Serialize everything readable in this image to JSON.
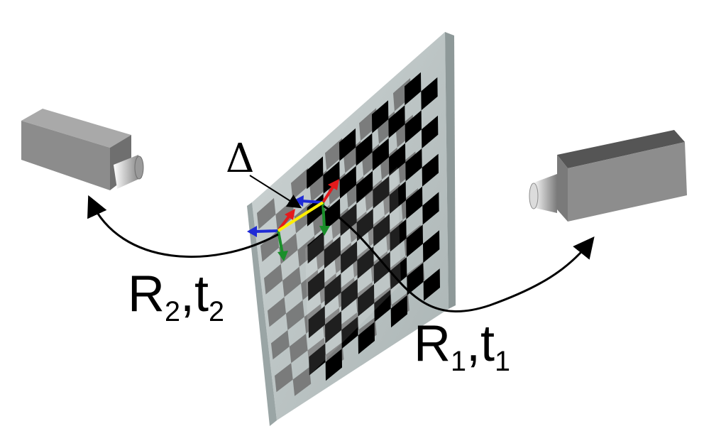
{
  "labels": {
    "delta": "Δ",
    "r2_main": "R",
    "r2_sub": "2",
    "r2_sep": ",t",
    "r2_sub2": "2",
    "r1_main": "R",
    "r1_sub": "1",
    "r1_sep": ",t",
    "r1_sub2": "1"
  },
  "colors": {
    "board_glass": "#b9c3c3",
    "checker_dark": "#000000",
    "checker_mid": "#6e6e6e",
    "axis_x": "#e41a1c",
    "axis_y": "#1a8f2a",
    "axis_z": "#1f2bd6",
    "offset_vector": "#ffee00",
    "camera": "#8a8a8a"
  },
  "icons": [
    "camera-left-icon",
    "camera-right-icon",
    "calibration-board-icon"
  ]
}
